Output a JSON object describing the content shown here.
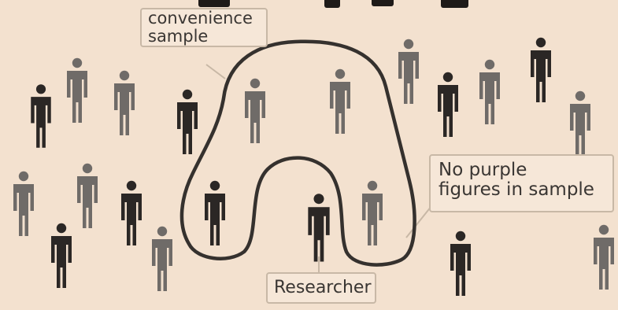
{
  "labels": {
    "convenience_line1": "convenience",
    "convenience_line2": "sample",
    "no_purple_line1": "No purple",
    "no_purple_line2": "figures in sample",
    "researcher": "Researcher"
  },
  "colors": {
    "background": "#f3e1cf",
    "figure_dark": "#2b2725",
    "figure_gray": "#6f6b68",
    "sample_outline": "#35312e",
    "callout_border": "#c8b8a6"
  },
  "figure_icon": "person-icon"
}
